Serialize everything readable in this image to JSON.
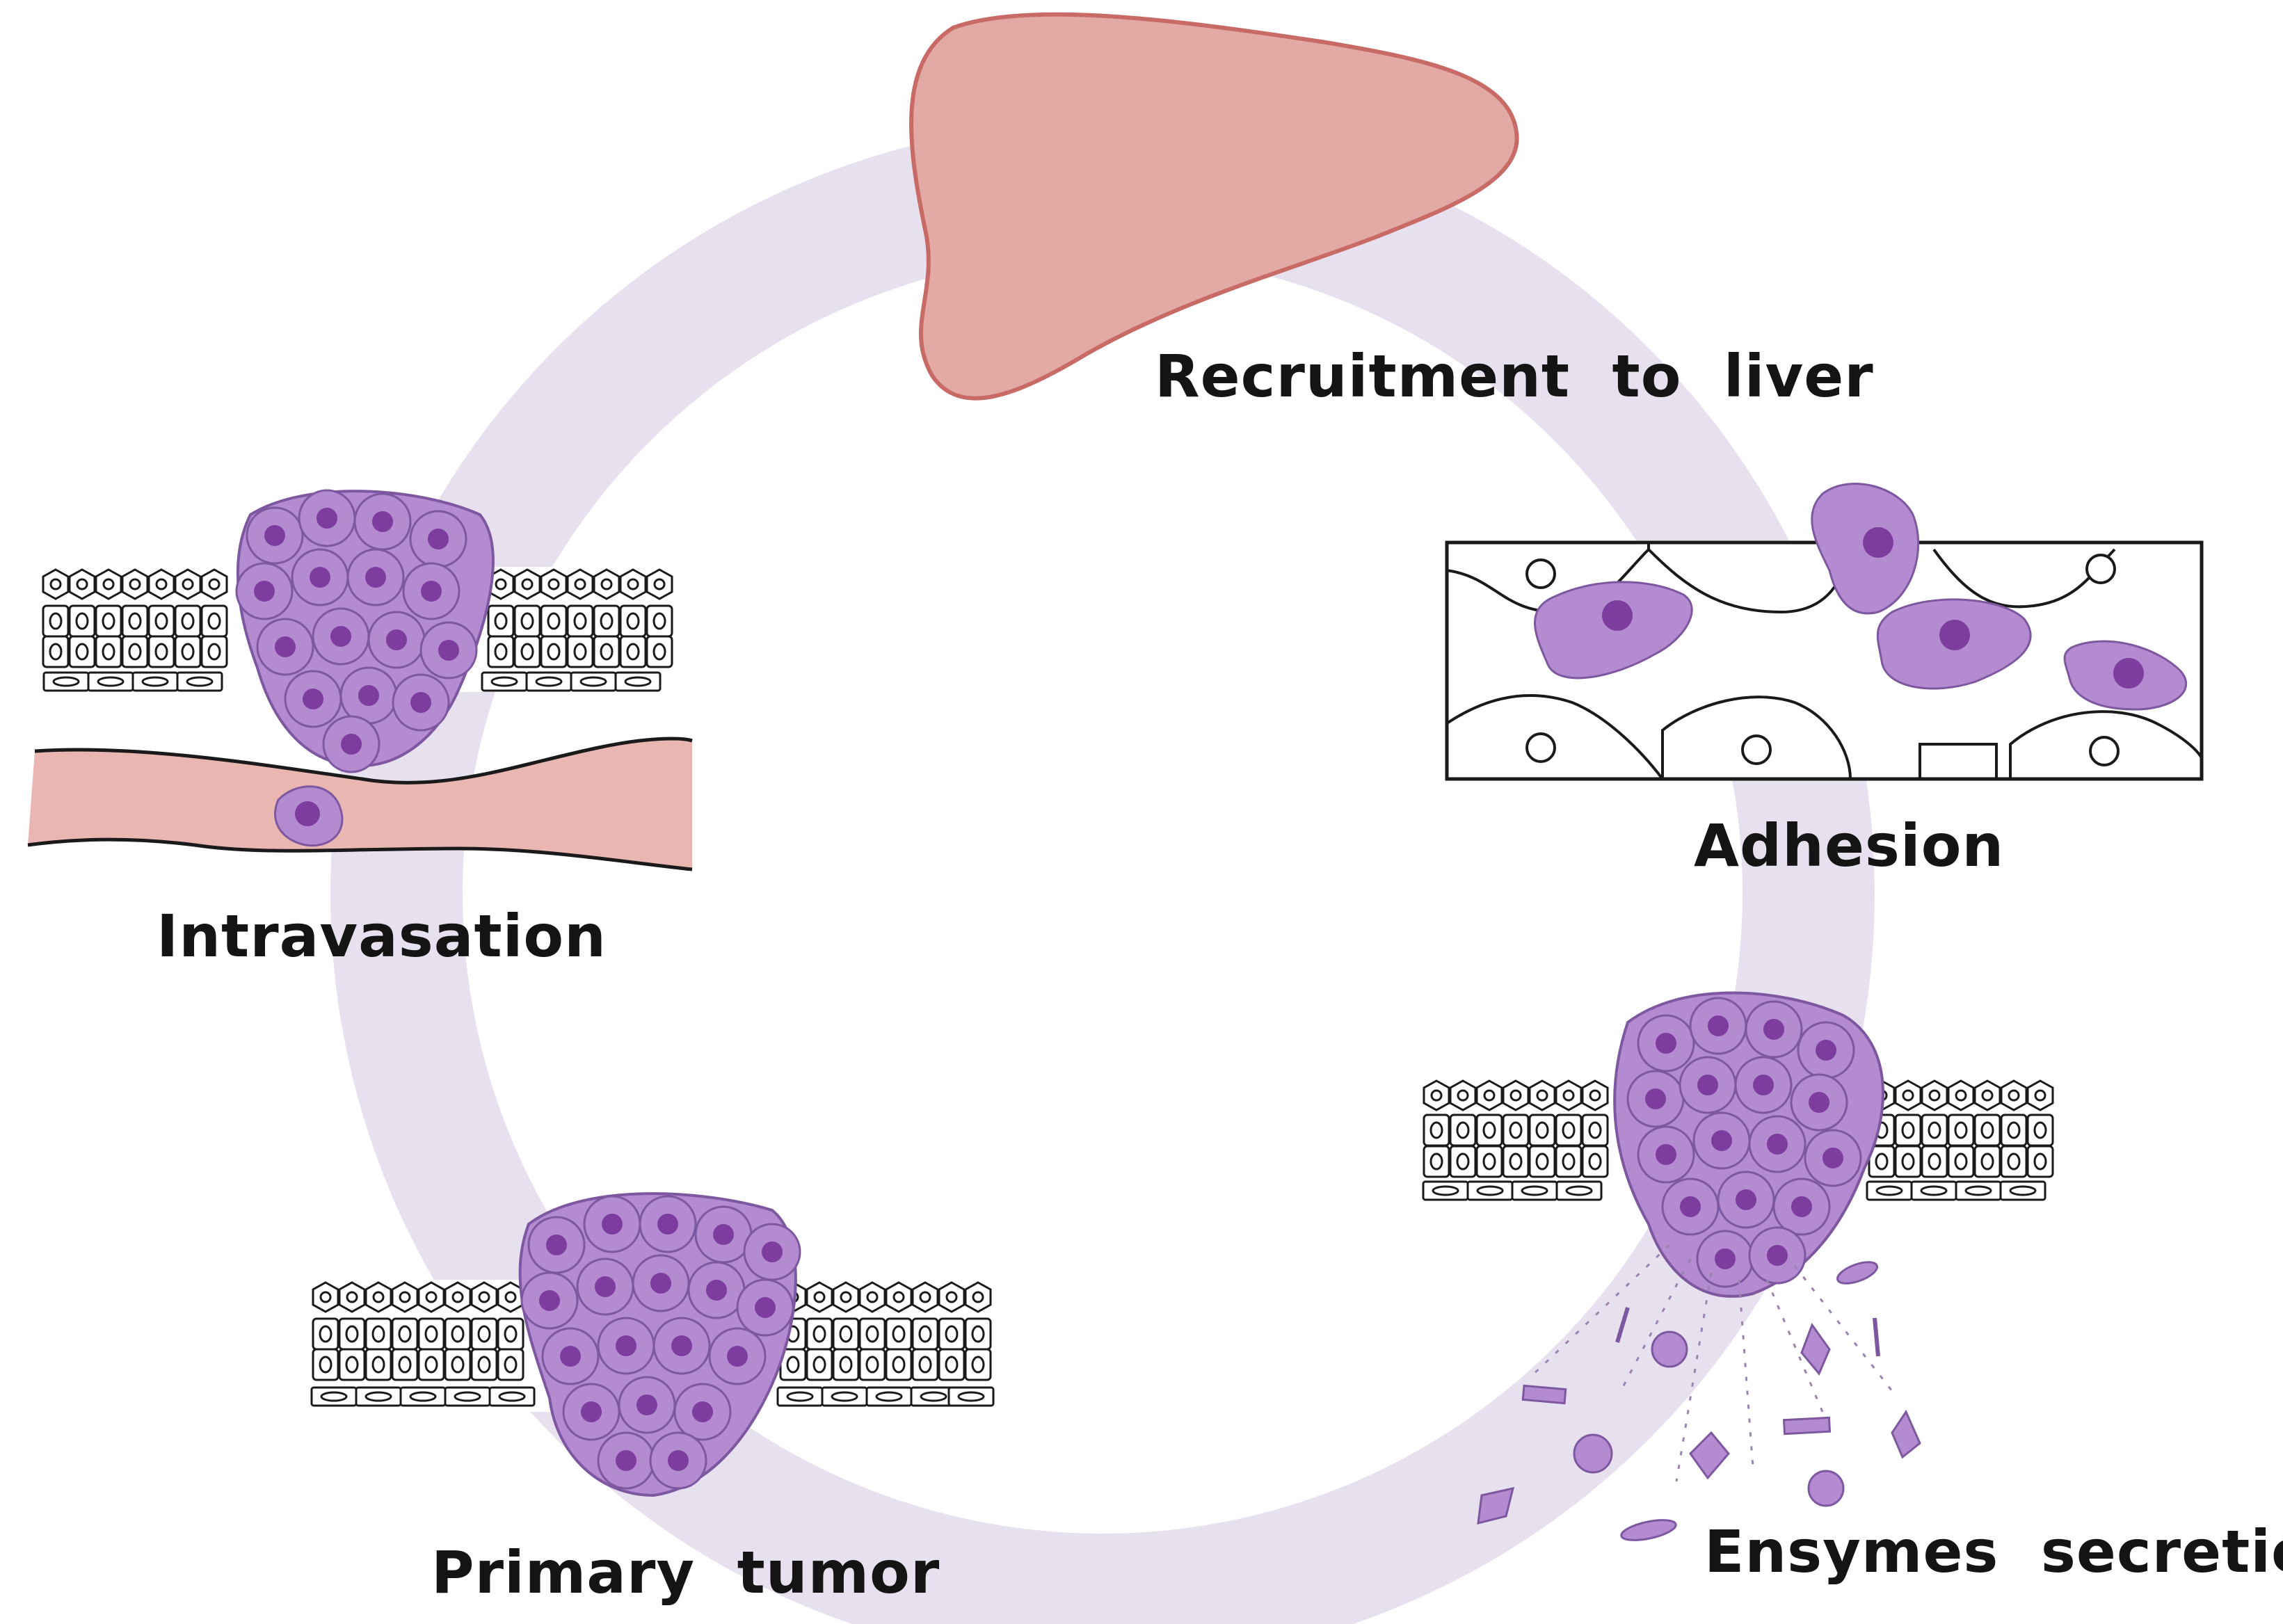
{
  "title": "",
  "colors": {
    "ring": "#e6e0ee",
    "organ_fill": "#e3a9a5",
    "organ_stroke": "#c86b66",
    "vessel_fill": "#eab6b2",
    "tumor_cell": "#b48ad0",
    "tumor_nucleus": "#7c3d9e",
    "outline": "#1a1a1a"
  },
  "stages": [
    {
      "id": "recruitment",
      "label": "Recruitment  to  liver",
      "icon": "liver-icon"
    },
    {
      "id": "adhesion",
      "label": "Adhesion",
      "icon": "adhesion-tissue-icon"
    },
    {
      "id": "enzymes",
      "label": "Ensymes  secretion",
      "icon": "enzyme-secretion-icon"
    },
    {
      "id": "primary",
      "label": "Primary  tumor",
      "icon": "primary-tumor-icon"
    },
    {
      "id": "intravasation",
      "label": "Intravasation",
      "icon": "intravasation-icon"
    }
  ]
}
